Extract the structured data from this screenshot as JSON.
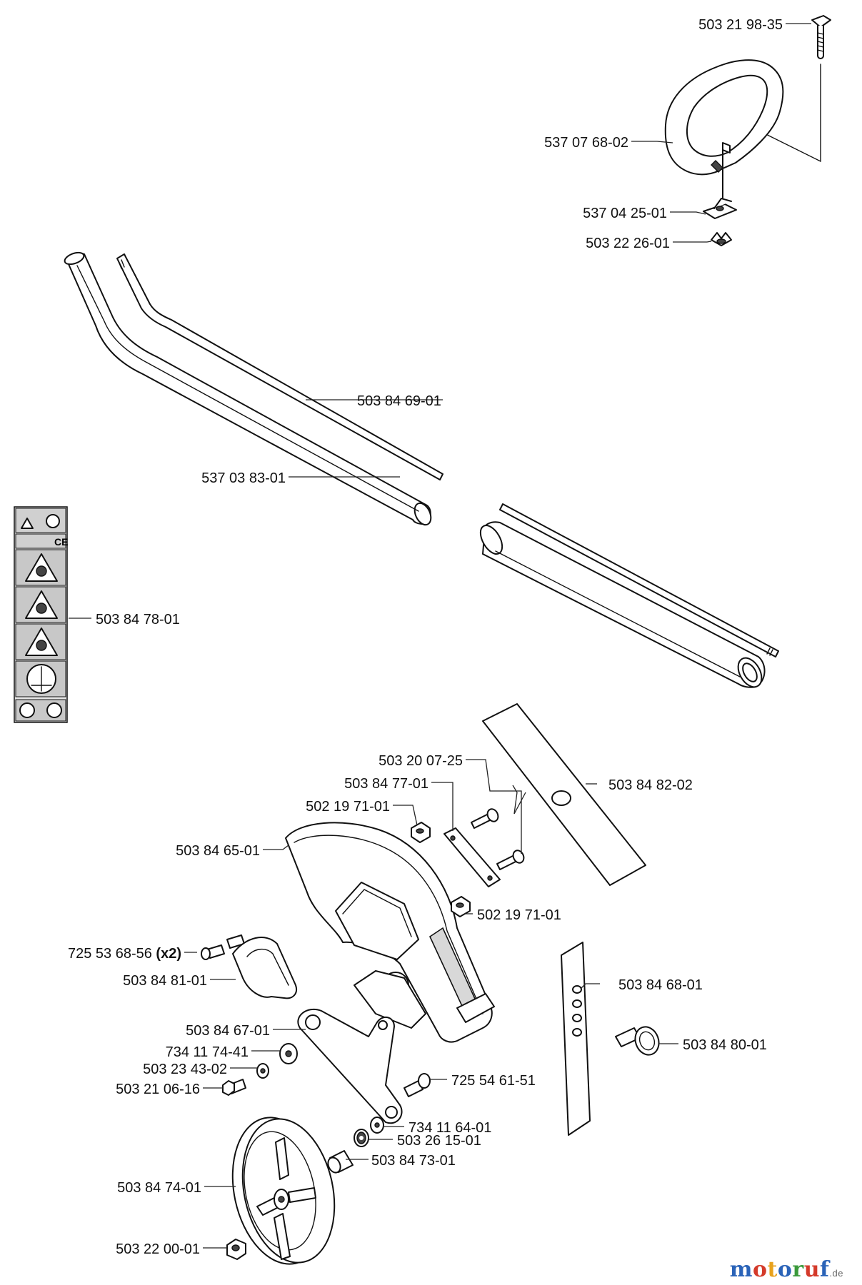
{
  "diagram": {
    "parts": {
      "bolt_top": "503 21 98-35",
      "handle": "537 07 68-02",
      "handle_clamp": "537 04 25-01",
      "wing_nut": "503 22 26-01",
      "inner_shaft": "503 84 69-01",
      "outer_tube": "537 03 83-01",
      "decal": "503 84 78-01",
      "screw_small": "503 20 07-25",
      "blade_plate": "503 84 77-01",
      "nut_upper": "502 19 71-01",
      "blade": "503 84 82-02",
      "guard": "503 84 65-01",
      "nut_lower": "502 19 71-01",
      "clamp_screw": "725 53 68-56",
      "clamp_screw_qty": "(x2)",
      "shaft_clamp": "503 84 81-01",
      "depth_plate": "503 84 68-01",
      "knob": "503 84 80-01",
      "wheel_arm": "503 84 67-01",
      "washer_large": "734 11 74-41",
      "washer_small": "503 23 43-02",
      "arm_bolt": "503 21 06-16",
      "arm_screw": "725 54 61-51",
      "washer_wheel": "734 11 64-01",
      "bearing": "503 26 15-01",
      "spacer": "503 84 73-01",
      "wheel": "503 84 74-01",
      "wheel_nut": "503 22 00-01"
    }
  },
  "watermark": {
    "letters": [
      "m",
      "o",
      "t",
      "o",
      "r",
      "u",
      "f"
    ],
    "colors": [
      "#2a63b8",
      "#d43a2a",
      "#e8a21c",
      "#2a63b8",
      "#3b9a3b",
      "#d43a2a",
      "#2a63b8"
    ],
    "suffix": ".de"
  }
}
